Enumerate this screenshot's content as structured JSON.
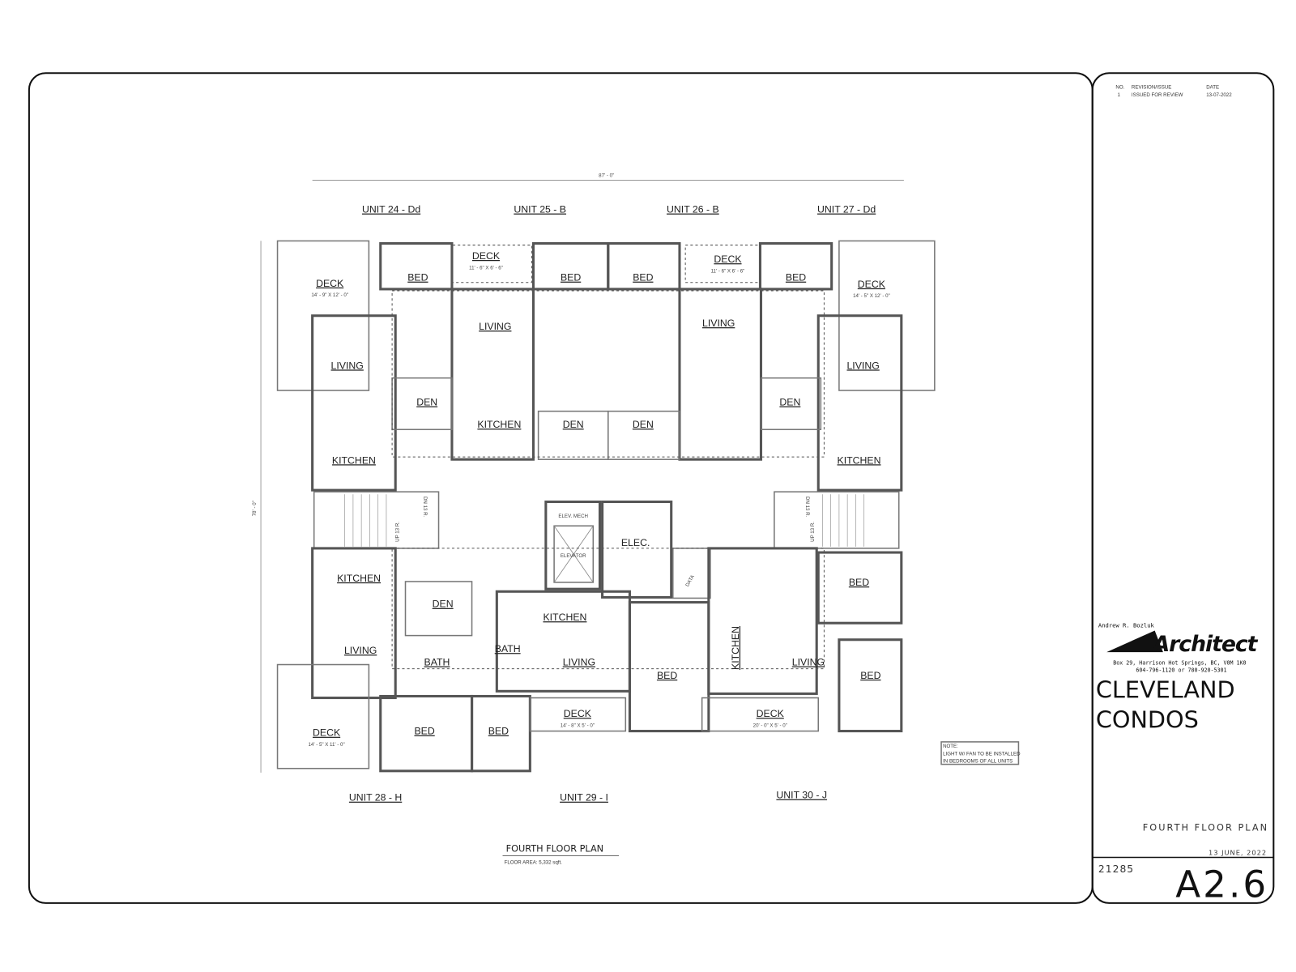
{
  "revision_table": {
    "headers": {
      "no": "NO.",
      "revision": "REVISION/ISSUE",
      "date": "DATE"
    },
    "rows": [
      {
        "no": "1",
        "revision": "ISSUED FOR REVIEW",
        "date": "13-07-2022"
      }
    ]
  },
  "architect": {
    "name": "Andrew R. Bozluk",
    "logo_text": "Architect",
    "address": "Box 29, Harrison Hot Springs, BC, V0M 1K0",
    "phone": "604-796-1120 or 780-920-5301"
  },
  "project": {
    "name_line1": "CLEVELAND",
    "name_line2": "CONDOS"
  },
  "sheet": {
    "title": "FOURTH FLOOR PLAN",
    "date": "13 JUNE, 2022",
    "project_no": "21285",
    "sheet_no": "A2.6"
  },
  "plan": {
    "title": "FOURTH FLOOR PLAN",
    "floor_area": "FLOOR AREA:   5,332 sqft.",
    "overall_width": "87' - 0\"",
    "overall_depth": "78' - 0\"",
    "note": {
      "title": "NOTE:",
      "line1": "LIGHT W/ FAN TO BE INSTALLED",
      "line2": "IN BEDROOMS OF ALL UNITS"
    },
    "units": [
      "UNIT 24 - Dd",
      "UNIT 25 - B",
      "UNIT 26 - B",
      "UNIT 27 - Dd",
      "UNIT 28 - H",
      "UNIT 29 - I",
      "UNIT 30 - J"
    ],
    "decks": [
      {
        "label": "DECK",
        "size": "14' - 9\" X 12' - 0\""
      },
      {
        "label": "DECK",
        "size": "11' - 6\" X 6' - 6\""
      },
      {
        "label": "DECK",
        "size": "11' - 6\" X 6' - 6\""
      },
      {
        "label": "DECK",
        "size": "14' - 5\" X 12' - 0\""
      },
      {
        "label": "DECK",
        "size": "14' - 5\" X 11' - 0\""
      },
      {
        "label": "DECK",
        "size": "14' - 8\" X 5' - 0\""
      },
      {
        "label": "DECK",
        "size": "20' - 0\" X 5' - 0\""
      }
    ],
    "rooms": {
      "bed": "BED",
      "living": "LIVING",
      "den": "DEN",
      "kitchen": "KITCHEN",
      "bath": "BATH",
      "elec": "ELEC.",
      "elev_mech": "ELEV. MECH",
      "elevator": "ELEVATOR",
      "data": "DATA",
      "stair_dn": "DN 13 R.",
      "stair_up": "UP 13 R."
    }
  }
}
